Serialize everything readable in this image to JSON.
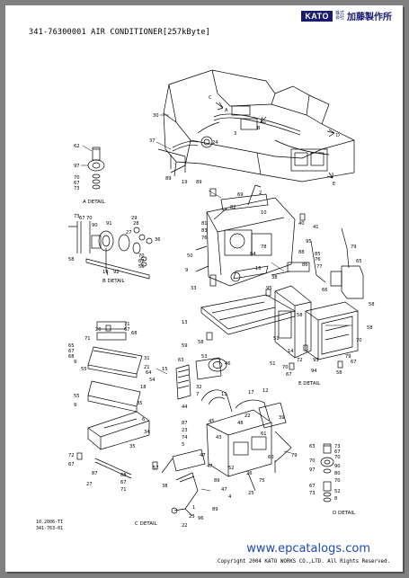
{
  "header": {
    "doc_title": "341-76300001 AIR CONDITIONER[257kByte]",
    "brand_logo": "KATO",
    "brand_small_1": "株式",
    "brand_small_2": "会社",
    "brand_name": "加藤製作所"
  },
  "details": {
    "a": "A DETAIL",
    "b": "B DETAIL",
    "c": "C DETAIL",
    "d": "D DETAIL",
    "e": "E DETAIL"
  },
  "view_letters": {
    "a": "A",
    "b": "B",
    "c": "C",
    "d": "D",
    "e": "E"
  },
  "footer": {
    "code_1": "10.2006-TI",
    "code_2": "341-763-01",
    "watermark": "www.epcatalogs.com",
    "copyright": "Copyright 2004 KATO WORKS CO.,LTD. All Rights Reserved."
  },
  "callouts": {
    "n1": "1",
    "n2": "2",
    "n3": "3",
    "n4": "4",
    "n5": "5",
    "n6": "6",
    "n7": "7",
    "n8": "8",
    "n9": "9",
    "n10": "10",
    "n11": "11",
    "n12": "12",
    "n13": "13",
    "n14": "14",
    "n15": "15",
    "n16": "16",
    "n17": "17",
    "n18": "18",
    "n19": "19",
    "n20": "20",
    "n21": "21",
    "n22": "22",
    "n23": "23",
    "n24": "24",
    "n25": "25",
    "n26": "26",
    "n27": "27",
    "n28": "28",
    "n29": "29",
    "n30": "30",
    "n31": "31",
    "n32": "32",
    "n33": "33",
    "n34": "34",
    "n35": "35",
    "n36": "36",
    "n37": "37",
    "n38": "38",
    "n39": "39",
    "n40": "40",
    "n41": "41",
    "n42": "42",
    "n43": "43",
    "n44": "44",
    "n45": "45",
    "n46": "46",
    "n47": "47",
    "n48": "48",
    "n49": "49",
    "n50": "50",
    "n51": "51",
    "n52": "52",
    "n53": "53",
    "n54": "54",
    "n55": "55",
    "n56": "56",
    "n57": "57",
    "n58": "58",
    "n59": "59",
    "n60": "60",
    "n61": "61",
    "n62": "62",
    "n63": "63",
    "n64": "64",
    "n65": "65",
    "n66": "66",
    "n67": "67",
    "n68": "68",
    "n69": "69",
    "n70": "70",
    "n71": "71",
    "n72": "72",
    "n73": "73",
    "n74": "74",
    "n75": "75",
    "n76": "76",
    "n77": "77",
    "n78": "78",
    "n79": "79",
    "n80": "80",
    "n81": "81",
    "n82": "82",
    "n83": "83",
    "n84": "84",
    "n85": "85",
    "n86": "86",
    "n87": "87",
    "n88": "88",
    "n89": "89",
    "n90": "90",
    "n91": "91",
    "n92": "92",
    "n93": "93",
    "n94": "94",
    "n95": "95",
    "n96": "96",
    "n97": "97"
  },
  "colors": {
    "line": "#000000",
    "watermark": "#1b49b8",
    "background": "#808080"
  }
}
